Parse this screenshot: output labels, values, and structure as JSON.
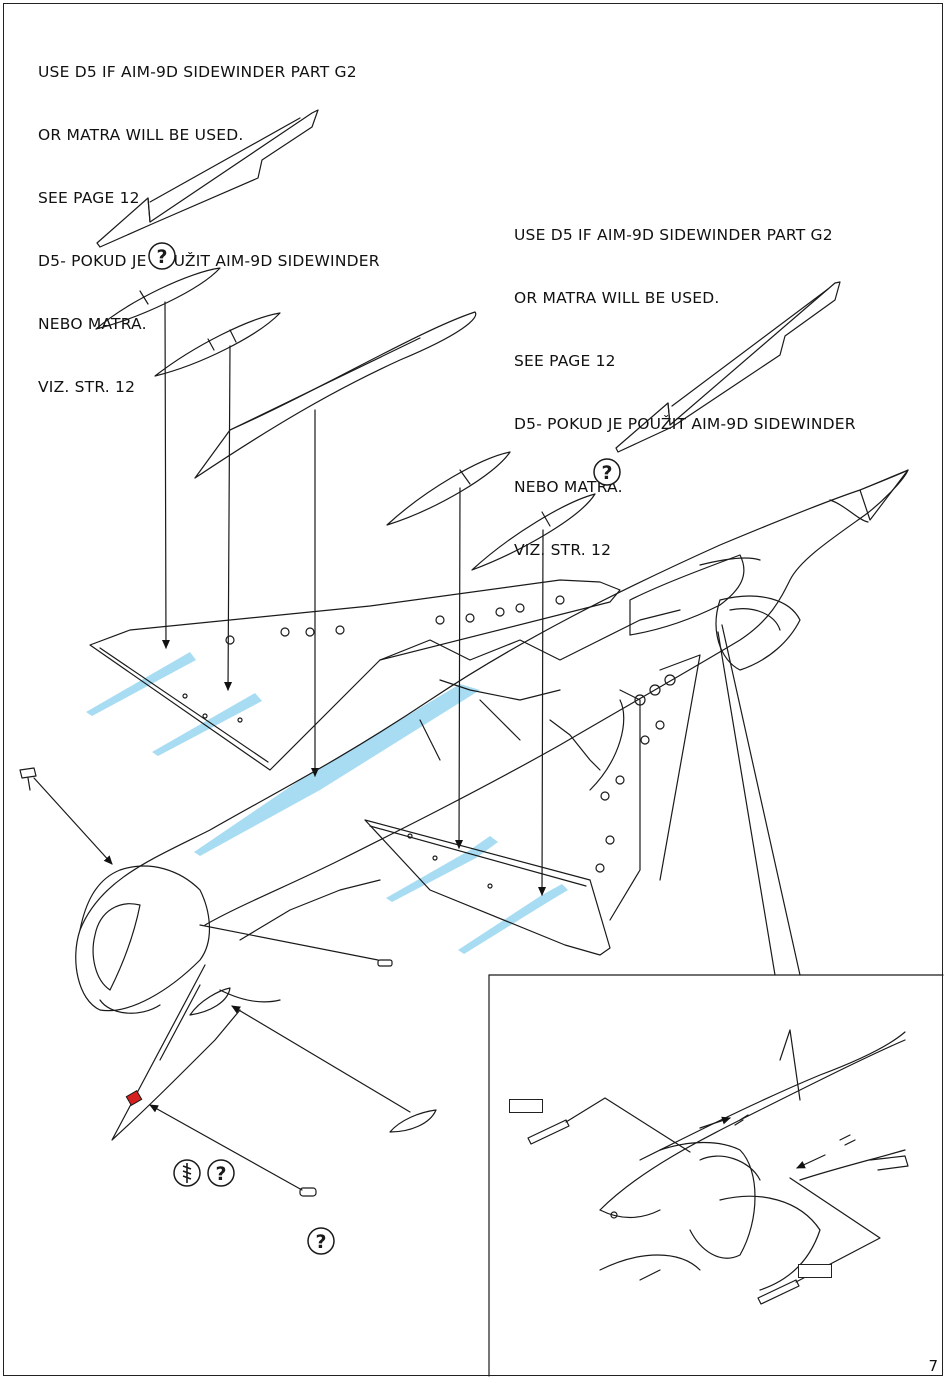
{
  "notes": {
    "left": {
      "line1": "USE D5 IF AIM-9D SIDEWINDER PART G2",
      "line2": "OR MATRA WILL BE USED.",
      "line3": "SEE PAGE 12",
      "line4": "D5- POKUD JE POUŽIT AIM-9D SIDEWINDER",
      "line5": "NEBO MATRA.",
      "line6": "VIZ. STR. 12"
    },
    "right": {
      "line1": "USE D5 IF AIM-9D SIDEWINDER PART G2",
      "line2": "OR MATRA WILL BE USED.",
      "line3": "SEE PAGE 12",
      "line4": "D5- POKUD JE POUŽIT AIM-9D SIDEWINDER",
      "line5": "NEBO MATRA.",
      "line6": "VIZ. STR. 12"
    }
  },
  "symbols": {
    "question": "?",
    "question_icon": "question-mark-circle-icon",
    "drill_icon": "drill-bit-circle-icon"
  },
  "colors": {
    "glue_highlight": "#a8dcf2",
    "red_part": "#d42020",
    "line": "#1a1a1a"
  },
  "page_number": "7"
}
